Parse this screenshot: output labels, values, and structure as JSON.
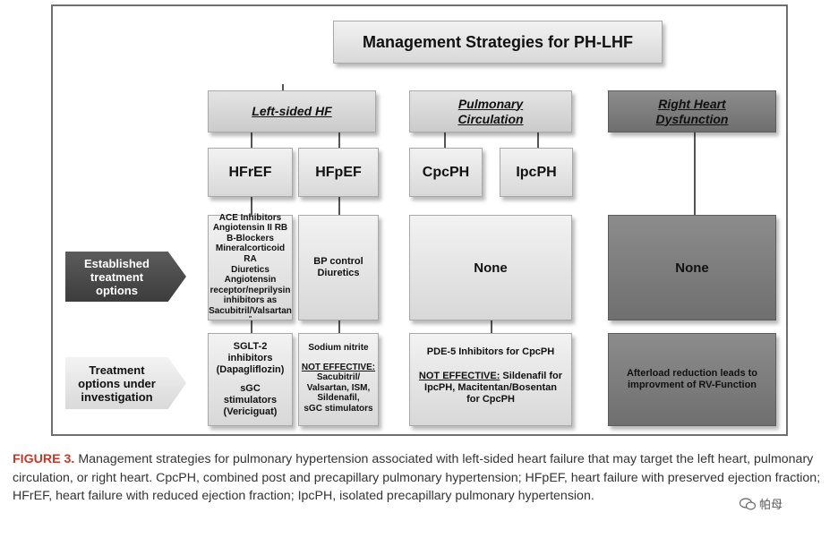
{
  "diagram": {
    "title": "Management Strategies for PH-LHF",
    "headers": {
      "left_hf": "Left-sided HF",
      "pulmonary_line1": "Pulmonary",
      "pulmonary_line2": "Circulation",
      "right_line1": "Right Heart",
      "right_line2": "Dysfunction"
    },
    "subheaders": {
      "hfref": "HFrEF",
      "hfpef": "HFpEF",
      "cpcph": "CpcPH",
      "ipcph": "IpcPH"
    },
    "row_labels": {
      "established_l1": "Established",
      "established_l2": "treatment",
      "established_l3": "options",
      "investigation_l1": "Treatment",
      "investigation_l2": "options under",
      "investigation_l3": "investigation"
    },
    "established": {
      "hfref_lines": [
        "ACE Inhibitors",
        "Angiotensin II RB",
        "B-Blockers",
        "Mineralcorticoid RA",
        "Diuretics",
        "Angiotensin",
        "receptor/neprilysin",
        "inhibitors as",
        "Sacubitril/Valsartan",
        "\""
      ],
      "hfpef_lines": [
        "BP control",
        "Diuretics"
      ],
      "pulmonary": "None",
      "right": "None"
    },
    "investigation": {
      "hfref_lines": [
        "SGLT-2",
        "inhibitors",
        "(Dapagliflozin)",
        "",
        "sGC",
        "stimulators",
        "(Vericiguat)"
      ],
      "hfpef_top": "Sodium nitrite",
      "hfpef_not_effective": "NOT EFFECTIVE:",
      "hfpef_lines": [
        "Sacubitril/",
        "Valsartan, ISM,",
        "Sildenafil,",
        "sGC stimulators"
      ],
      "pulm_top": "PDE-5 Inhibitors for CpcPH",
      "pulm_not_effective": "NOT EFFECTIVE:",
      "pulm_rest_1": " Sildenafil for",
      "pulm_lines": [
        "IpcPH, Macitentan/Bosentan",
        "for CpcPH"
      ],
      "right_lines": [
        "Afterload reduction leads to",
        "improvment of RV-Function"
      ]
    }
  },
  "caption": {
    "label": "FIGURE 3.",
    "text": " Management strategies for pulmonary hypertension associated with left-sided heart failure that may target the left heart, pulmonary circulation, or right heart. CpcPH, combined post and precapillary pulmonary hypertension; HFpEF, heart failure with preserved ejection fraction; HFrEF, heart failure with reduced ejection fraction; IpcPH, isolated precapillary pulmonary hypertension."
  },
  "watermark": "帕母",
  "colors": {
    "figure_label": "#c0392b",
    "dark_box": "#7a7a7a",
    "light_box": "#e0e0e0"
  }
}
